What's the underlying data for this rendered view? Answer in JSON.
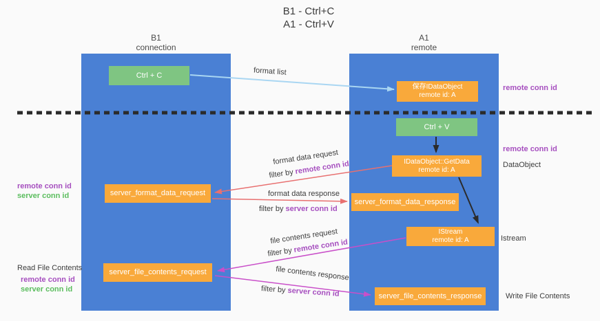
{
  "title": {
    "line1": "B1 - Ctrl+C",
    "line2": "A1 - Ctrl+V"
  },
  "colors": {
    "column_blue": "#4a80d4",
    "box_green": "#7fc582",
    "box_orange": "#f9a93b",
    "arrow_light_blue": "#a9d6f2",
    "arrow_red": "#e87070",
    "arrow_magenta": "#c94fc9",
    "arrow_black": "#2b2b2b",
    "text_purple": "#a64fbf",
    "text_green": "#5bbd5e"
  },
  "columns": {
    "left": {
      "name": "B1",
      "sub": "connection"
    },
    "right": {
      "name": "A1",
      "sub": "remote"
    }
  },
  "nodes": {
    "ctrl_c": "Ctrl + C",
    "ctrl_v": "Ctrl + V",
    "store_idataobject": {
      "line1": "保存IDataObject",
      "line2": "remote id: A"
    },
    "getdata": {
      "line1": "IDataObject::GetData",
      "line2": "remote id: A"
    },
    "istream": {
      "line1": "IStream",
      "line2": "remote id: A"
    },
    "format_request": "server_format_data_request",
    "format_response": "server_format_data_response",
    "file_request": "server_file_contents_request",
    "file_response": "server_file_contents_response"
  },
  "arrow_labels": {
    "format_list": "format list",
    "format_data_request": "format data request",
    "format_data_response": "format data response",
    "file_contents_request": "file contents request",
    "file_contents_response": "file contents response",
    "filter_by": "filter by ",
    "remote_conn_id": "remote conn id",
    "server_conn_id": "server conn id"
  },
  "side_labels": {
    "remote_conn_id": "remote conn id",
    "server_conn_id": "server conn id",
    "dataobject": "DataObject",
    "istream": "Istream",
    "read_file_contents": "Read File Contents",
    "write_file_contents": "Write File Contents"
  }
}
